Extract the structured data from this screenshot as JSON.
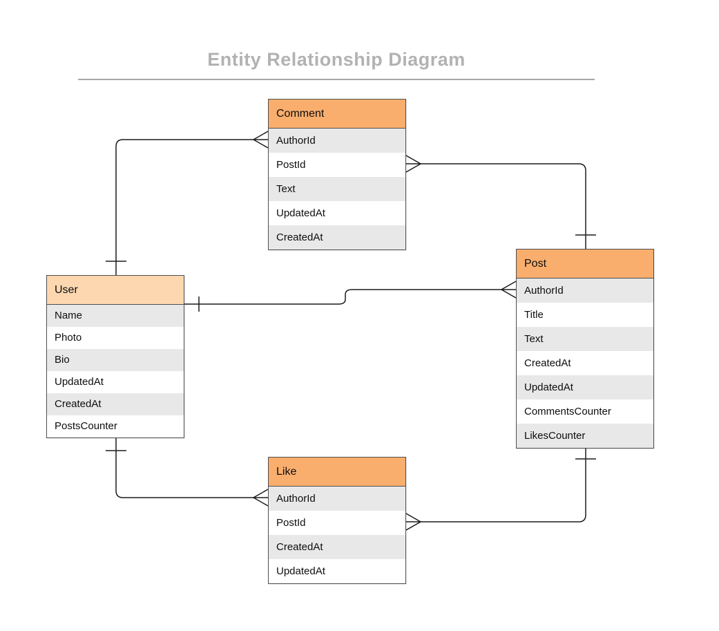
{
  "title": {
    "text": "Entity Relationship Diagram"
  },
  "colors": {
    "title_gray": "#b2b2b2",
    "divider_gray": "#a6a6a6",
    "header_orange": "#f9ae6d",
    "header_peach": "#fcd7b0",
    "row_alt_gray": "#e8e8e8",
    "table_border": "#4d4d4d",
    "connector": "#1a1a1a"
  },
  "entities": [
    {
      "name": "Comment",
      "fields": [
        "AuthorId",
        "PostId",
        "Text",
        "UpdatedAt",
        "CreatedAt"
      ]
    },
    {
      "name": "User",
      "fields": [
        "Name",
        "Photo",
        "Bio",
        "UpdatedAt",
        "CreatedAt",
        "PostsCounter"
      ]
    },
    {
      "name": "Post",
      "fields": [
        "AuthorId",
        "Title",
        "Text",
        "CreatedAt",
        "UpdatedAt",
        "CommentsCounter",
        "LikesCounter"
      ]
    },
    {
      "name": "Like",
      "fields": [
        "AuthorId",
        "PostId",
        "CreatedAt",
        "UpdatedAt"
      ]
    }
  ],
  "relationships": [
    {
      "from": "User",
      "to": "Comment.AuthorId",
      "from_cardinality": "one",
      "to_cardinality": "many"
    },
    {
      "from": "Post",
      "to": "Comment.PostId",
      "from_cardinality": "one",
      "to_cardinality": "many"
    },
    {
      "from": "User",
      "to": "Post.AuthorId",
      "from_cardinality": "one",
      "to_cardinality": "many"
    },
    {
      "from": "User",
      "to": "Like.AuthorId",
      "from_cardinality": "one",
      "to_cardinality": "many"
    },
    {
      "from": "Post",
      "to": "Like.PostId",
      "from_cardinality": "one",
      "to_cardinality": "many"
    }
  ]
}
